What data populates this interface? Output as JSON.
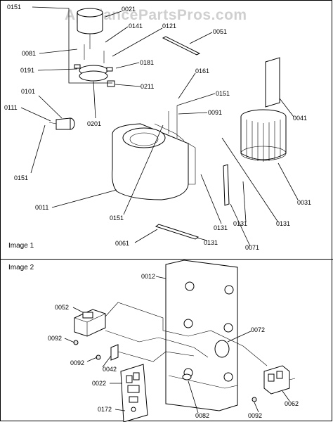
{
  "watermark": "AppliancePartsPros.com",
  "panels": [
    {
      "label": "Image 1"
    },
    {
      "label": "Image 2"
    }
  ],
  "image1_labels": [
    "0151",
    "0021",
    "0141",
    "0121",
    "0051",
    "0081",
    "0181",
    "0191",
    "0161",
    "0211",
    "0101",
    "0151",
    "0111",
    "0201",
    "0091",
    "0041",
    "0151",
    "0031",
    "0011",
    "0151",
    "0131",
    "0131",
    "0131",
    "0061",
    "0131",
    "0071"
  ],
  "image2_labels": [
    "0012",
    "0052",
    "0072",
    "0092",
    "0092",
    "0042",
    "0022",
    "0062",
    "0172",
    "0082",
    "0092"
  ]
}
